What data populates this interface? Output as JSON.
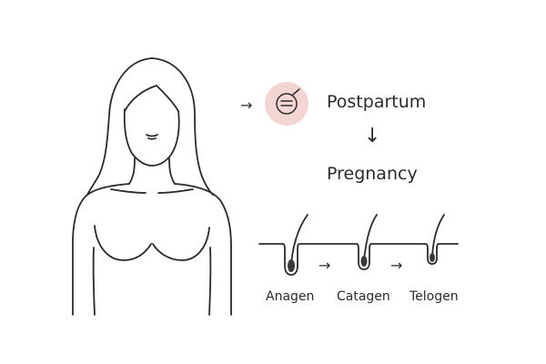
{
  "labels": {
    "postpartum": "Postpartum",
    "pregnancy": "Pregnancy",
    "stages": [
      "Anagen",
      "Catagen",
      "Telogen"
    ]
  },
  "icons": {
    "arrow_right": "→",
    "arrow_down": "↓"
  },
  "colors": {
    "line": "#2b2b2b",
    "badge_fill": "#f3d6d2",
    "follicle_fill": "#3a3a3a"
  }
}
